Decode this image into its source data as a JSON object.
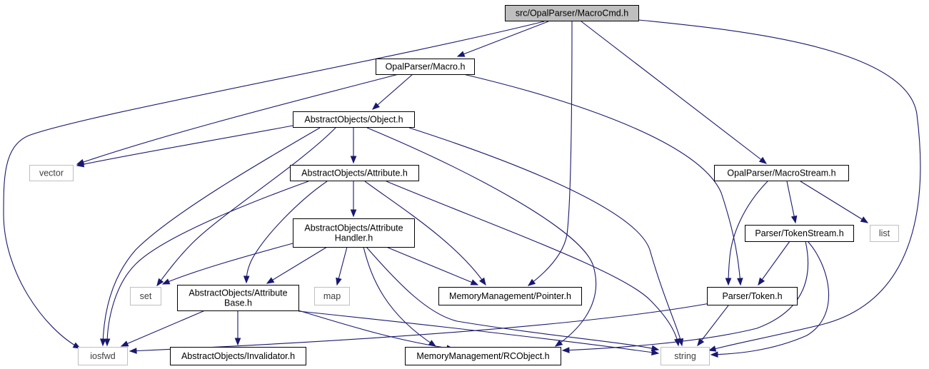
{
  "colors": {
    "root_fill": "#bfbfbf",
    "node_fill": "#ffffff",
    "node_border": "#000000",
    "external_border": "#bfbfbf",
    "external_text": "#404040",
    "edge": "#191970"
  },
  "nodes": {
    "macrocmd": {
      "lines": [
        "src/OpalParser/MacroCmd.h"
      ],
      "kind": "root"
    },
    "macro": {
      "lines": [
        "OpalParser/Macro.h"
      ],
      "kind": "file"
    },
    "object": {
      "lines": [
        "AbstractObjects/Object.h"
      ],
      "kind": "file"
    },
    "attribute": {
      "lines": [
        "AbstractObjects/Attribute.h"
      ],
      "kind": "file"
    },
    "attrhandler": {
      "lines": [
        "AbstractObjects/Attribute",
        "Handler.h"
      ],
      "kind": "file"
    },
    "attrbase": {
      "lines": [
        "AbstractObjects/Attribute",
        "Base.h"
      ],
      "kind": "file"
    },
    "invalidator": {
      "lines": [
        "AbstractObjects/Invalidator.h"
      ],
      "kind": "file"
    },
    "pointer": {
      "lines": [
        "MemoryManagement/Pointer.h"
      ],
      "kind": "file"
    },
    "rcobject": {
      "lines": [
        "MemoryManagement/RCObject.h"
      ],
      "kind": "file"
    },
    "macrostream": {
      "lines": [
        "OpalParser/MacroStream.h"
      ],
      "kind": "file"
    },
    "tokenstream": {
      "lines": [
        "Parser/TokenStream.h"
      ],
      "kind": "file"
    },
    "token": {
      "lines": [
        "Parser/Token.h"
      ],
      "kind": "file"
    },
    "vector": {
      "lines": [
        "vector"
      ],
      "kind": "external"
    },
    "set": {
      "lines": [
        "set"
      ],
      "kind": "external"
    },
    "map": {
      "lines": [
        "map"
      ],
      "kind": "external"
    },
    "list": {
      "lines": [
        "list"
      ],
      "kind": "external"
    },
    "iosfwd": {
      "lines": [
        "iosfwd"
      ],
      "kind": "external"
    },
    "string": {
      "lines": [
        "string"
      ],
      "kind": "external"
    }
  },
  "edges": [
    [
      "macrocmd",
      "iosfwd"
    ],
    [
      "macrocmd",
      "macro"
    ],
    [
      "macrocmd",
      "pointer"
    ],
    [
      "macrocmd",
      "macrostream"
    ],
    [
      "macrocmd",
      "string"
    ],
    [
      "macro",
      "object"
    ],
    [
      "macro",
      "vector"
    ],
    [
      "macro",
      "token"
    ],
    [
      "object",
      "vector"
    ],
    [
      "object",
      "attribute"
    ],
    [
      "object",
      "iosfwd"
    ],
    [
      "object",
      "set"
    ],
    [
      "object",
      "rcobject"
    ],
    [
      "object",
      "string"
    ],
    [
      "attribute",
      "iosfwd"
    ],
    [
      "attribute",
      "attrhandler"
    ],
    [
      "attribute",
      "attrbase"
    ],
    [
      "attribute",
      "pointer"
    ],
    [
      "attribute",
      "string"
    ],
    [
      "attrhandler",
      "set"
    ],
    [
      "attrhandler",
      "attrbase"
    ],
    [
      "attrhandler",
      "map"
    ],
    [
      "attrhandler",
      "pointer"
    ],
    [
      "attrhandler",
      "rcobject"
    ],
    [
      "attrhandler",
      "string"
    ],
    [
      "attrbase",
      "iosfwd"
    ],
    [
      "attrbase",
      "invalidator"
    ],
    [
      "attrbase",
      "rcobject"
    ],
    [
      "attrbase",
      "string"
    ],
    [
      "macrostream",
      "token"
    ],
    [
      "macrostream",
      "tokenstream"
    ],
    [
      "macrostream",
      "list"
    ],
    [
      "tokenstream",
      "token"
    ],
    [
      "tokenstream",
      "rcobject"
    ],
    [
      "tokenstream",
      "string"
    ],
    [
      "token",
      "iosfwd"
    ],
    [
      "token",
      "string"
    ]
  ]
}
